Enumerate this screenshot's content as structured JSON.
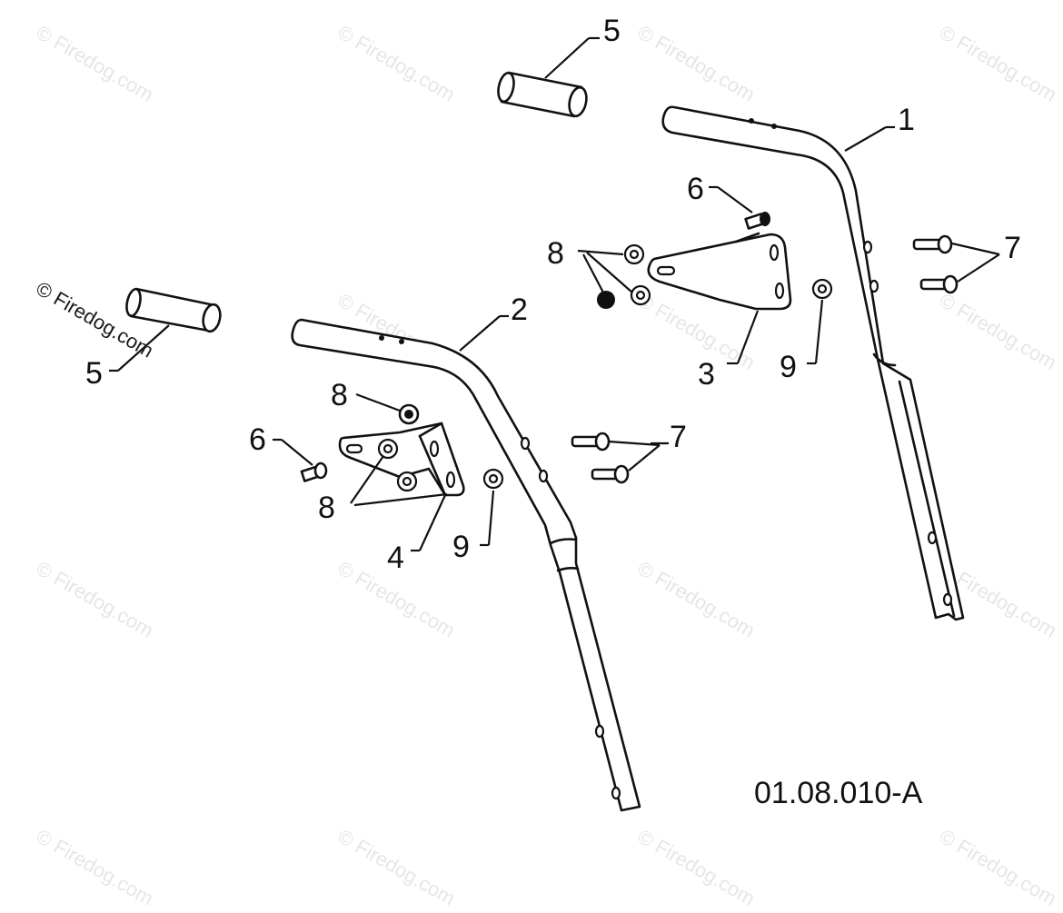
{
  "watermark": {
    "text": "© Firedog.com",
    "text_color": "#e6e6e6",
    "foreground_text_color": "#1a1a1a"
  },
  "drawing_code": "01.08.010-A",
  "callouts": {
    "c1": "1",
    "c2": "2",
    "c3": "3",
    "c4": "4",
    "c5_top": "5",
    "c5_left": "5",
    "c6_right": "6",
    "c6_left": "6",
    "c7_right": "7",
    "c7_left": "7",
    "c8_right": "8",
    "c8_left_top": "8",
    "c8_left_bottom": "8",
    "c9_right": "9",
    "c9_left": "9"
  },
  "colors": {
    "line": "#111111",
    "background": "#ffffff"
  }
}
